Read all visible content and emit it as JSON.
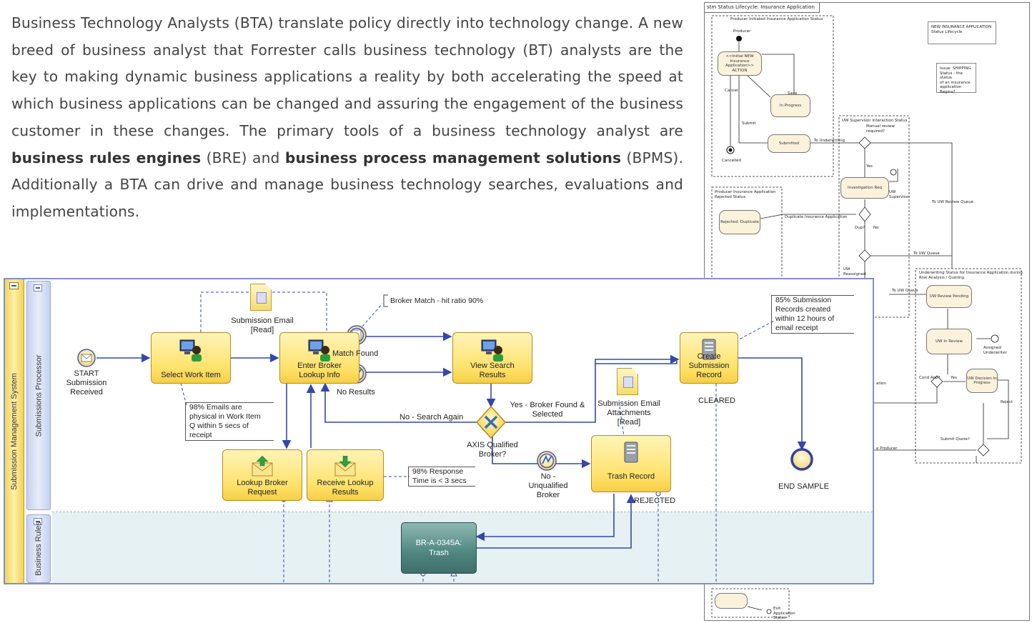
{
  "intro": {
    "p1": "Business Technology Analysts (BTA) translate policy directly into technology change. A new breed of business analyst that Forrester calls business technology (BT) analysts are the key to making dynamic business applications a reality by both accelerating the speed at which business applications can be changed and assuring the engagement of the business customer in these changes. The primary tools of a business technology analyst are ",
    "b1": "business rules engines",
    "p2": " (BRE) and ",
    "b2": "business process management solutions",
    "p3": " (BPMS). Additionally a BTA can drive and manage business technology searches, evaluations and implementations."
  },
  "uml": {
    "tab": "stm Status Lifecycle: Insurance Application",
    "frame1_title": "Producer Initiated Insurance Application Status",
    "note1": "NEW INSURANCE APPLICATION\nStatus Lifecycle",
    "note2": "Issue: SHIPPING\nStatus - the status\nof an insurance\napplication Begins?",
    "initial_label": "Producer",
    "state_initial": "<<Initial NEW\nInsurance\nApplication>>\nACTION",
    "state_inprogress": "In Progress",
    "state_submitted": "Submitted",
    "final_label": "Cancelled",
    "lbl_cancel": "Cancel",
    "lbl_save": "Save",
    "lbl_submit": "Submit",
    "lbl_to_underwriting": "To Underwriting",
    "lbl_manual_review": "Manual review\nrequired?",
    "frame2_title": "UW Supervisor Interaction Status",
    "state_uw_sup": "Investigation Req",
    "lbl_uw_supervisor": "UW\nSupervisor",
    "lbl_yes": "Yes",
    "lbl_no": "No",
    "lbl_dup": "Dup?",
    "lbl_uw_reassigned": "UW\nReassigned",
    "lbl_to_uw_review": "To UW Review Queue",
    "lbl_to_uw_queue": "To UW Queue",
    "frame3_title": "Producer Insurance Application\nRejected Status",
    "state_rejected": "Rejected: Duplicate",
    "lbl_duplicate": "Duplicate Insurance Application",
    "lbl_to_uw_queue2": "To UW Queue",
    "frame4_title": "Underwriting Status for Insurance Application during\nRisk Analysis / Quoting",
    "state_uw_pending": "UW Review Pending",
    "state_uw_review": "UW In Review",
    "state_uw_decision": "UW Decision In\nProgress",
    "lbl_assigned": "Assigned\nUnderwriter",
    "lbl_cond_app": "Cond App?",
    "lbl_yes2": "Yes",
    "lbl_reject": "Reject",
    "lbl_submit_quote": "Submit Quote?",
    "lbl_edge1": "ation",
    "lbl_edge2": "e Producer",
    "lbl_exit": "Exit\nApplication\nStatus"
  },
  "bpmn": {
    "pool": "Submission Management System",
    "lane1": "Submissions Processor",
    "lane2": "Business Rules",
    "start": "START\nSubmission\nReceived",
    "end": "END SAMPLE",
    "task_select": "Select Work Item",
    "task_enter": "Enter Broker\nLookup Info",
    "task_view": "View Search\nResults",
    "task_create": "Create Submission\nRecord",
    "task_lookup_req": "Lookup Broker\nRequest",
    "task_receive": "Receive Lookup\nResults",
    "task_trash": "Trash Record",
    "rule": "BR-A-0345A:\nTrash",
    "doc1": "Submission Email\n[Read]",
    "doc2": "Submission Email\nAttachments\n[Read]",
    "ann1": "Broker Match - hit ratio 90%",
    "ann2": "85% Submission\nRecords created\nwithin 12 hours of\nemail receipt",
    "ann3": "98% Emails are\nphysical in Work Item\nQ within 5 secs of\nreceipt",
    "ann4": "98% Response\nTime is < 3 secs",
    "match_found": "Match Found",
    "no_results": "No Results",
    "gateway": "AXIS Qualified\nBroker?",
    "yes_branch": "Yes - Broker Found &\nSelected",
    "no_search": "No - Search Again",
    "no_unqualified": "No -\nUnqualified\nBroker",
    "cleared": "CLEARED",
    "rejected": "REJECTED"
  }
}
